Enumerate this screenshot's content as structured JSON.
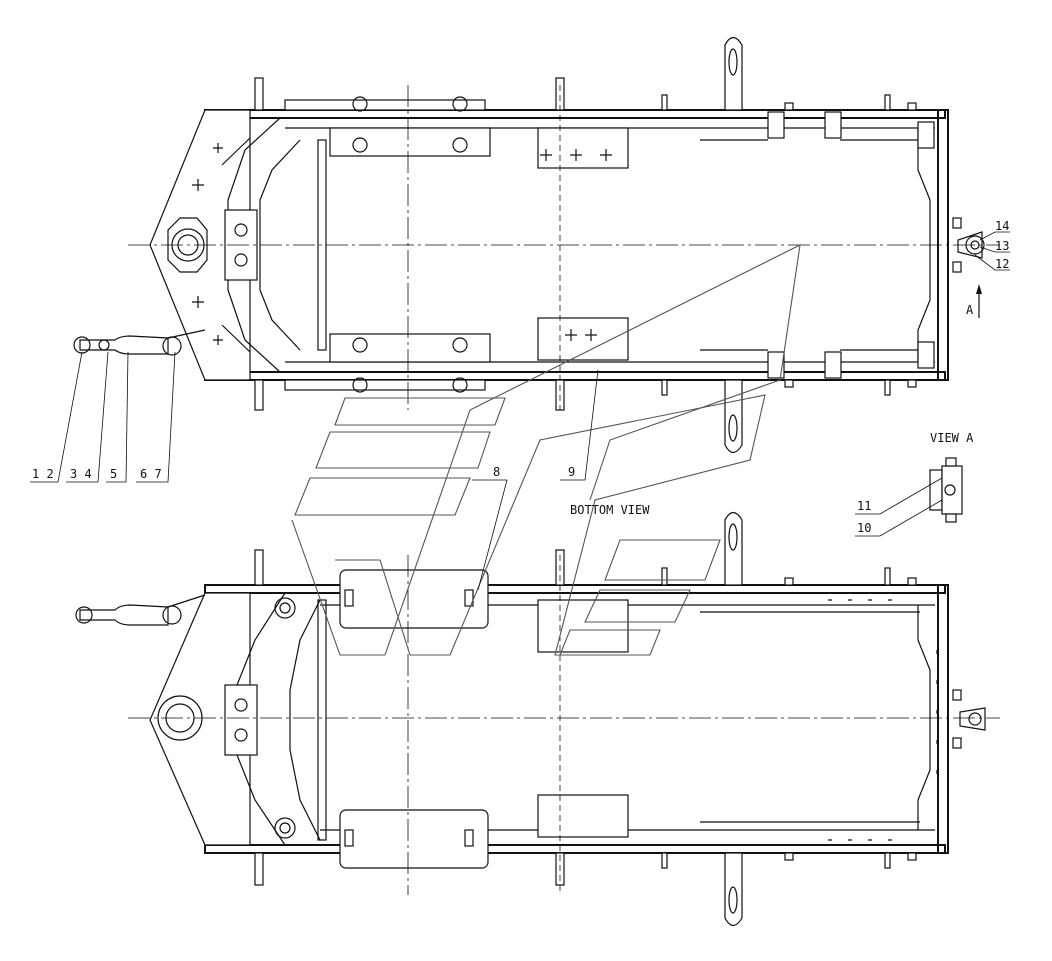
{
  "views": {
    "top": {
      "label": ""
    },
    "bottom": {
      "label": "BOTTOM VIEW"
    },
    "detail": {
      "label": "VIEW A",
      "arrow_letter": "A"
    }
  },
  "callouts": [
    {
      "id": "c1-2",
      "text": "1 2"
    },
    {
      "id": "c3-4",
      "text": "3 4"
    },
    {
      "id": "c5",
      "text": "5"
    },
    {
      "id": "c6-7",
      "text": "6 7"
    },
    {
      "id": "c8",
      "text": "8"
    },
    {
      "id": "c9",
      "text": "9"
    },
    {
      "id": "c10",
      "text": "10"
    },
    {
      "id": "c11",
      "text": "11"
    },
    {
      "id": "c12",
      "text": "12"
    },
    {
      "id": "c13",
      "text": "13"
    },
    {
      "id": "c14",
      "text": "14"
    }
  ],
  "colors": {
    "line": "#111111",
    "background": "#ffffff",
    "watermark": "#555555"
  }
}
